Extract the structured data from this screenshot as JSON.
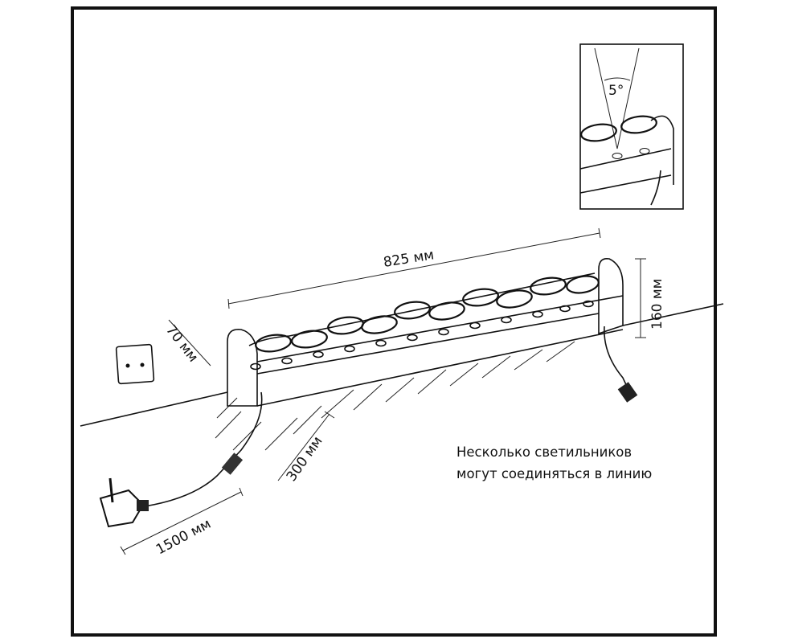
{
  "dimensions": {
    "length": "825 мм",
    "height": "160 мм",
    "depth": "70 мм",
    "spacing": "300 мм",
    "cable": "1500 мм",
    "beam_angle": "5°"
  },
  "caption": {
    "line1": "Несколько светильников",
    "line2": "могут соединяться в линию"
  }
}
